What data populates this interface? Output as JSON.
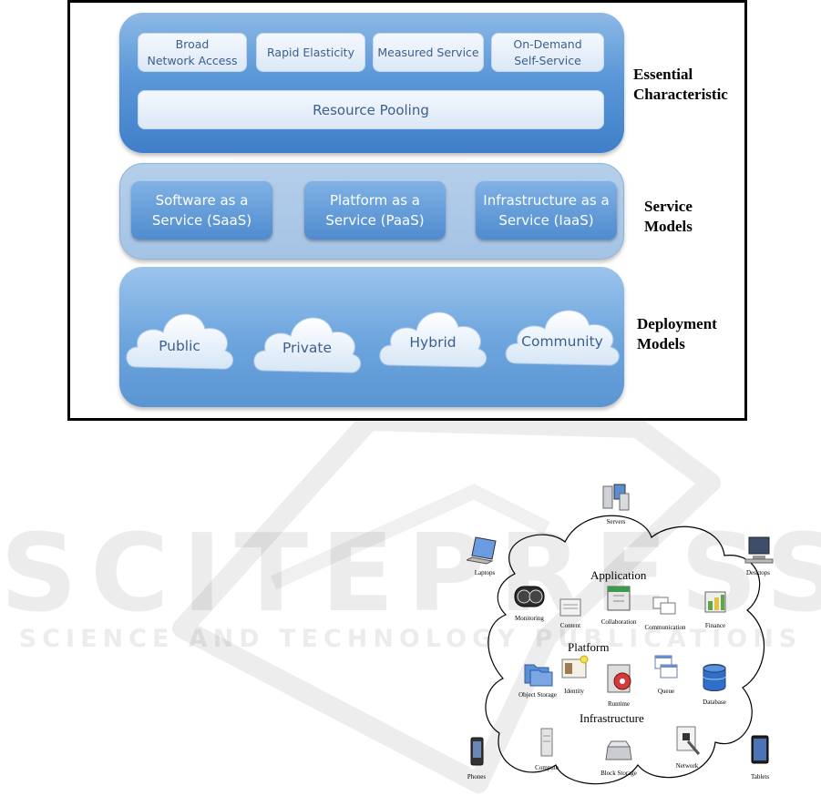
{
  "top_figure": {
    "essential": {
      "items": [
        "Broad\nNetwork Access",
        "Rapid Elasticity",
        "Measured Service",
        "On-Demand\nSelf-Service"
      ],
      "resource_pooling": "Resource Pooling",
      "label": "Essential\nCharacteristic"
    },
    "service": {
      "items": [
        "Software as a\nService (SaaS)",
        "Platform as a\nService (PaaS)",
        "Infrastructure as a\nService (IaaS)"
      ],
      "label": "Service\nModels"
    },
    "deployment": {
      "items": [
        "Public",
        "Private",
        "Hybrid",
        "Community"
      ],
      "label": "Deployment\nModels"
    }
  },
  "cloud_diagram": {
    "layers": [
      "Application",
      "Platform",
      "Infrastructure"
    ],
    "devices": [
      "Servers",
      "Laptops",
      "Desktops",
      "Phones",
      "Tablets"
    ],
    "application": [
      "Monitoring",
      "Content",
      "Collaboration",
      "Communication",
      "Finance"
    ],
    "platform": [
      "Object Storage",
      "Identity",
      "Runtime",
      "Queue",
      "Database"
    ],
    "infrastructure": [
      "Compute",
      "Block Storage",
      "Network"
    ]
  },
  "watermark": {
    "main": "SCITEPRESS",
    "sub": "SCIENCE AND TECHNOLOGY PUBLICATIONS"
  }
}
